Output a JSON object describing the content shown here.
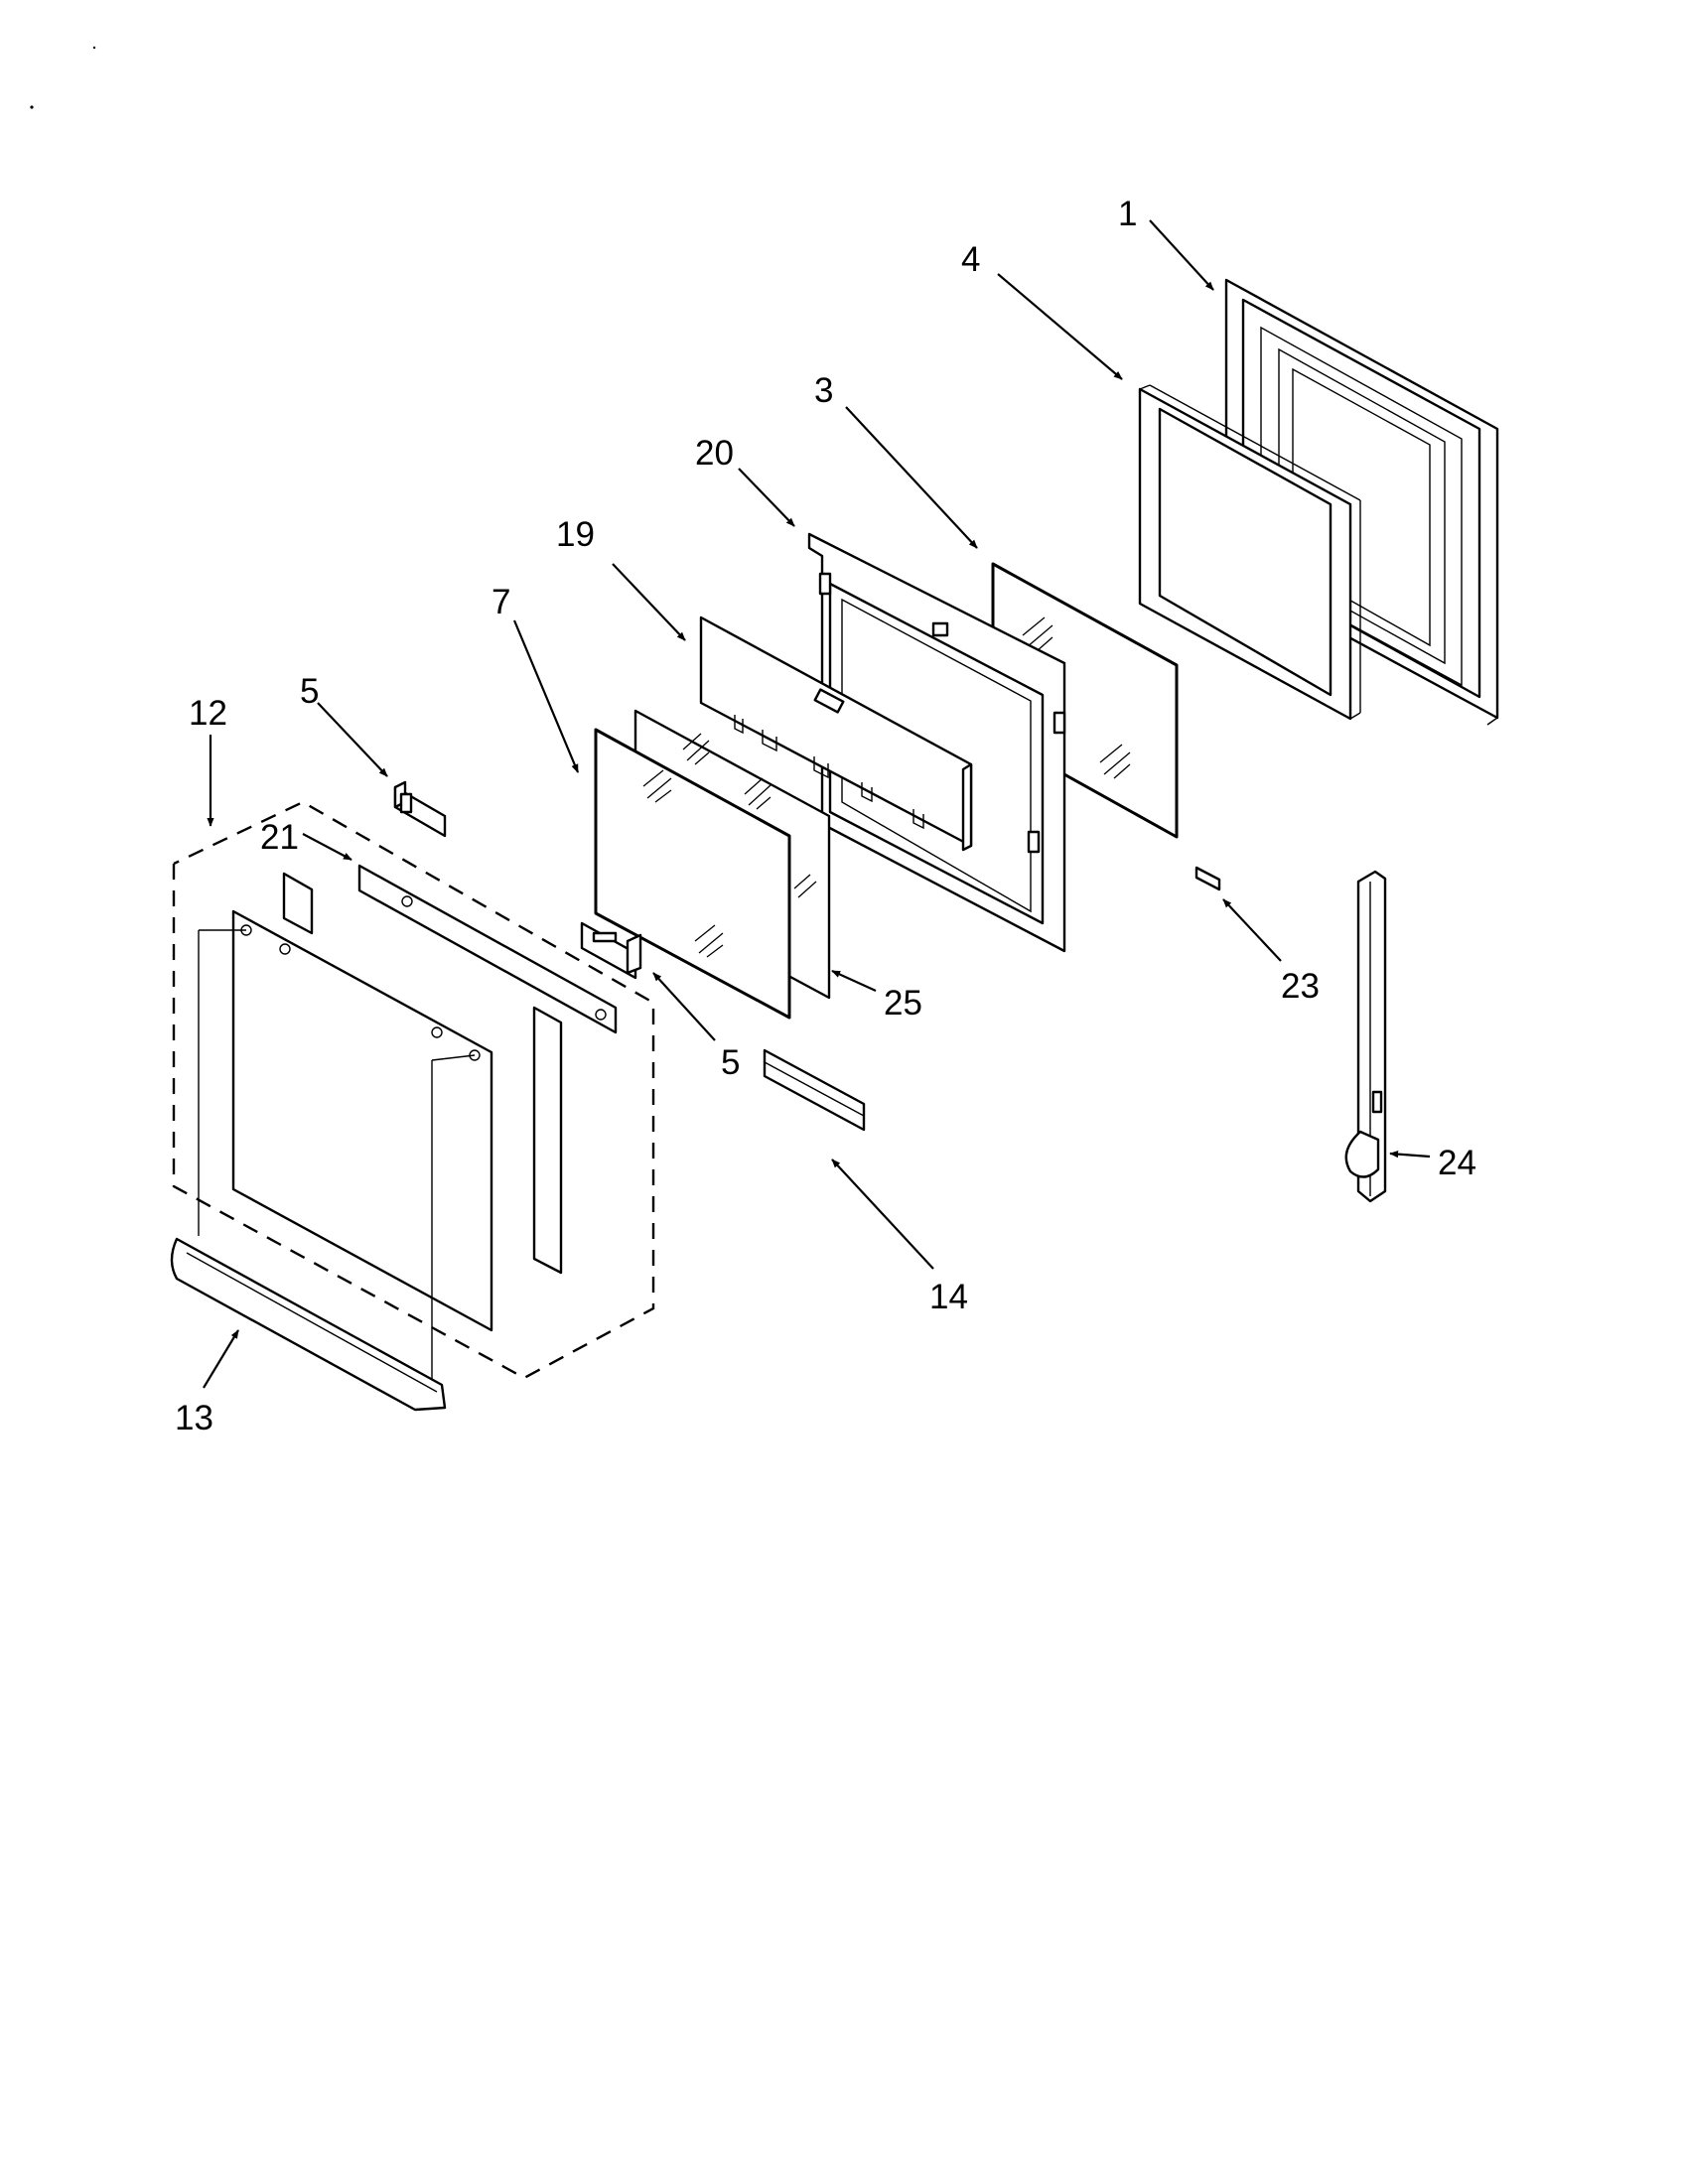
{
  "diagram": {
    "parts": [
      {
        "id": "1"
      },
      {
        "id": "3"
      },
      {
        "id": "4"
      },
      {
        "id": "5"
      },
      {
        "id": "7"
      },
      {
        "id": "12"
      },
      {
        "id": "13"
      },
      {
        "id": "14"
      },
      {
        "id": "19"
      },
      {
        "id": "20"
      },
      {
        "id": "21"
      },
      {
        "id": "23"
      },
      {
        "id": "24"
      },
      {
        "id": "25"
      }
    ],
    "callouts": [
      {
        "label": "1"
      },
      {
        "label": "4"
      },
      {
        "label": "3"
      },
      {
        "label": "20"
      },
      {
        "label": "19"
      },
      {
        "label": "7"
      },
      {
        "label": "12"
      },
      {
        "label": "5"
      },
      {
        "label": "21"
      },
      {
        "label": "5"
      },
      {
        "label": "25"
      },
      {
        "label": "23"
      },
      {
        "label": "24"
      },
      {
        "label": "14"
      },
      {
        "label": "13"
      }
    ]
  }
}
